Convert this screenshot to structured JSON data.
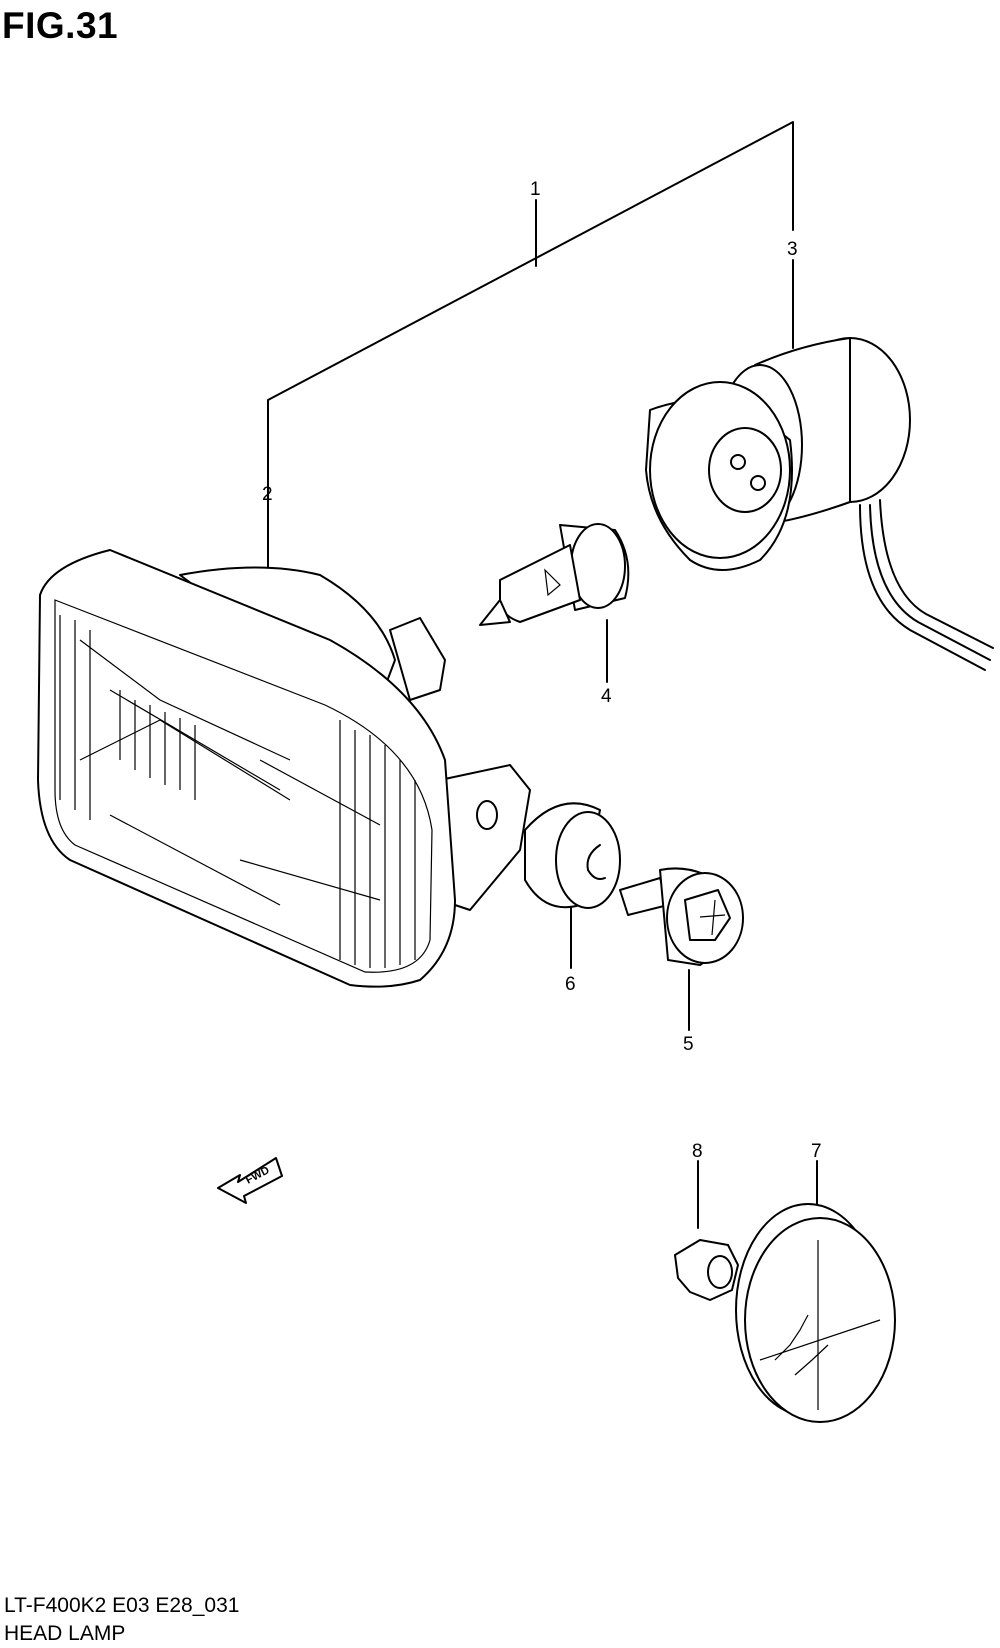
{
  "figure": {
    "title": "FIG.31",
    "model_code": "LT-F400K2 E03 E28_031",
    "assembly_name": "HEAD LAMP",
    "fwd_label": "FWD"
  },
  "callouts": [
    {
      "id": "1",
      "label": "1"
    },
    {
      "id": "2",
      "label": "2"
    },
    {
      "id": "3",
      "label": "3"
    },
    {
      "id": "4",
      "label": "4"
    },
    {
      "id": "5",
      "label": "5"
    },
    {
      "id": "6",
      "label": "6"
    },
    {
      "id": "7",
      "label": "7"
    },
    {
      "id": "8",
      "label": "8"
    }
  ]
}
